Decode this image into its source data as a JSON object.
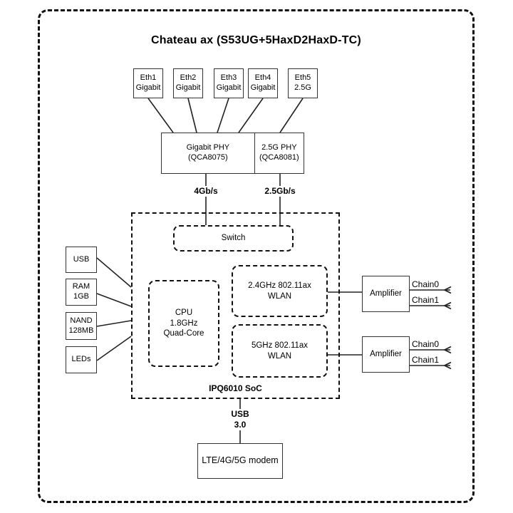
{
  "title": "Chateau ax (S53UG+5HaxD2HaxD-TC)",
  "eth_ports": [
    {
      "label": "Eth1\nGigabit"
    },
    {
      "label": "Eth2\nGigabit"
    },
    {
      "label": "Eth3\nGigabit"
    },
    {
      "label": "Eth4\nGigabit"
    },
    {
      "label": "Eth5\n2.5G"
    }
  ],
  "phy": {
    "left": "Gigabit PHY\n(QCA8075)",
    "right": "2.5G PHY\n(QCA8081)"
  },
  "link_labels": [
    "4Gb/s",
    "2.5Gb/s"
  ],
  "soc": {
    "name": "IPQ6010 SoC",
    "switch_label": "Switch",
    "cpu_label": "CPU\n1.8GHz\nQuad-Core",
    "wlan_2_4_label": "2.4GHz 802.11ax\nWLAN",
    "wlan_5_label": "5GHz 802.11ax\nWLAN"
  },
  "peripherals": [
    {
      "label": "USB"
    },
    {
      "label": "RAM\n1GB"
    },
    {
      "label": "NAND\n128MB"
    },
    {
      "label": "LEDs"
    }
  ],
  "amplifiers": [
    {
      "label": "Amplifier",
      "chains": [
        "Chain0",
        "Chain1"
      ]
    },
    {
      "label": "Amplifier",
      "chains": [
        "Chain0",
        "Chain1"
      ]
    }
  ],
  "usb_bus_label": "USB\n3.0",
  "modem_label": "LTE/4G/5G modem",
  "colors": {
    "background": "#ffffff",
    "line": "#222222",
    "border": "#333333",
    "text": "#000000"
  }
}
